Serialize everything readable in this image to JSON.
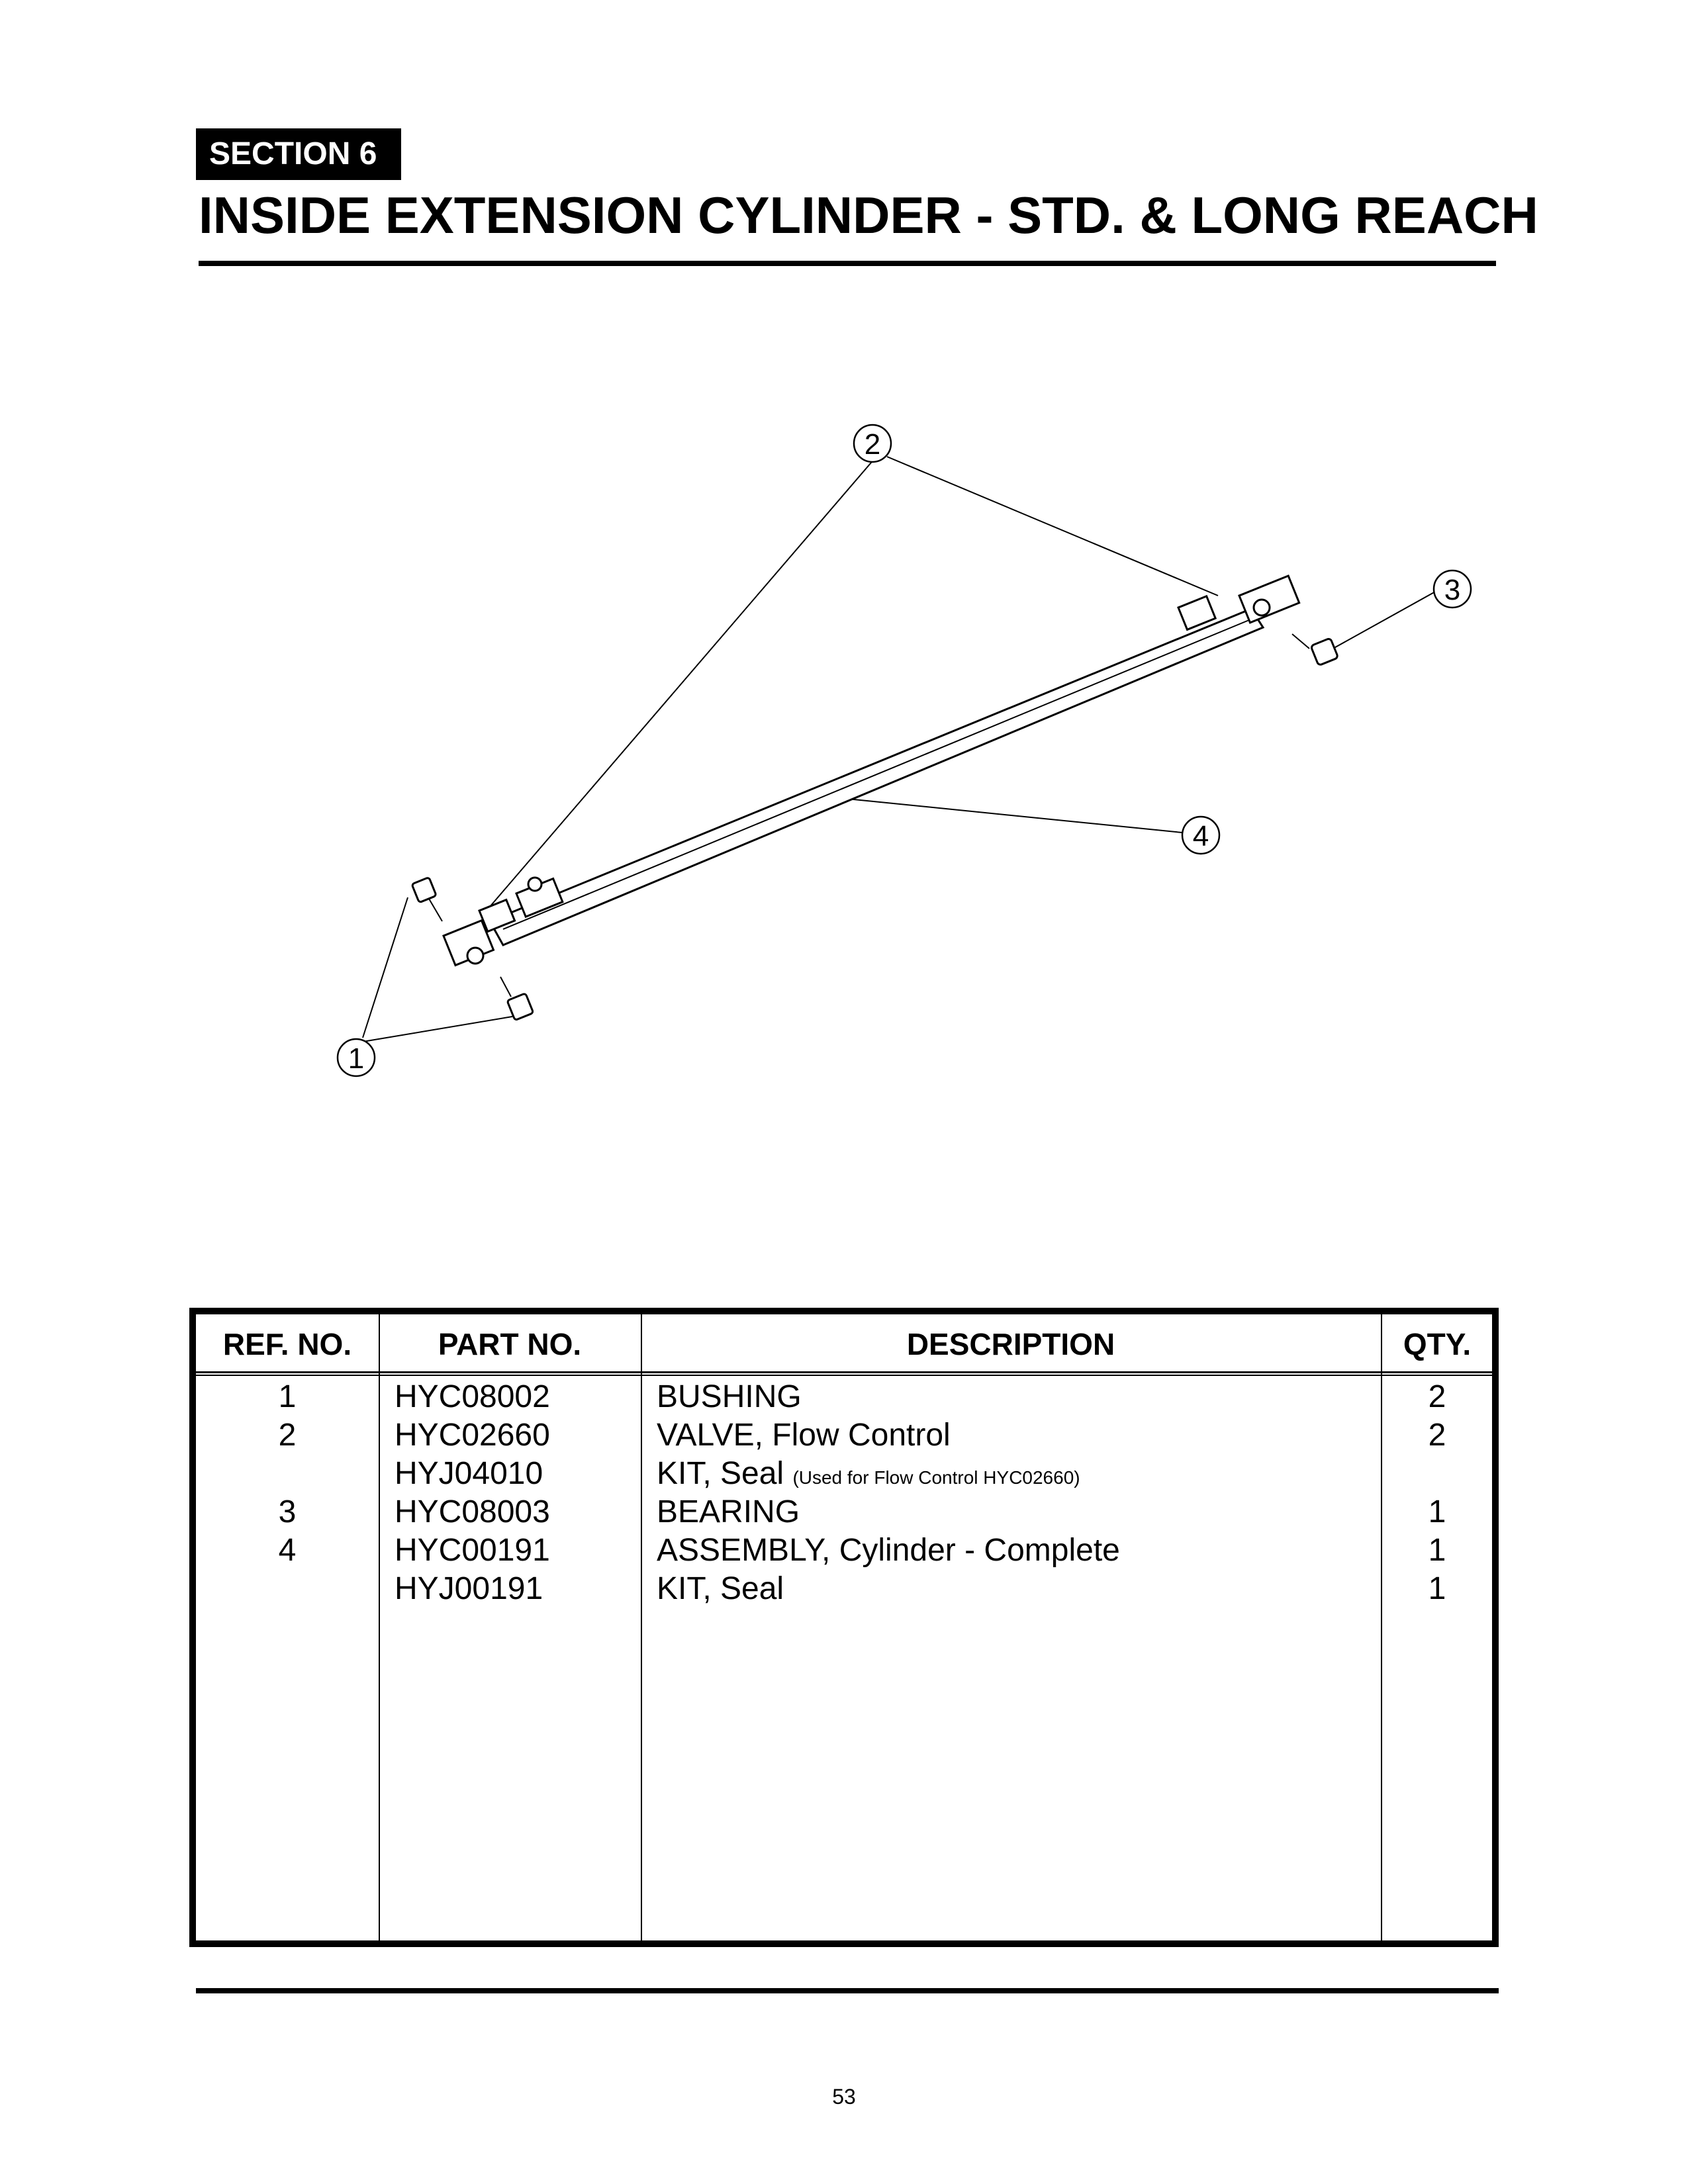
{
  "header": {
    "section": "SECTION 6",
    "title": "INSIDE EXTENSION CYLINDER - STD. & LONG REACH"
  },
  "diagram": {
    "callouts": [
      "1",
      "2",
      "3",
      "4"
    ]
  },
  "table": {
    "columns": [
      "REF. NO.",
      "PART NO.",
      "DESCRIPTION",
      "QTY."
    ],
    "rows": [
      {
        "ref": "1",
        "part": "HYC08002",
        "desc": "BUSHING",
        "note": "",
        "qty": "2"
      },
      {
        "ref": "2",
        "part": "HYC02660",
        "desc": "VALVE, Flow Control",
        "note": "",
        "qty": "2"
      },
      {
        "ref": "",
        "part": "HYJ04010",
        "desc": "KIT, Seal",
        "note": "(Used for Flow Control HYC02660)",
        "qty": ""
      },
      {
        "ref": "3",
        "part": "HYC08003",
        "desc": "BEARING",
        "note": "",
        "qty": "1"
      },
      {
        "ref": "4",
        "part": "HYC00191",
        "desc": "ASSEMBLY, Cylinder - Complete",
        "note": "",
        "qty": "1"
      },
      {
        "ref": "",
        "part": "HYJ00191",
        "desc": "KIT, Seal",
        "note": "",
        "qty": "1"
      }
    ]
  },
  "footer": {
    "page_number": "53"
  }
}
